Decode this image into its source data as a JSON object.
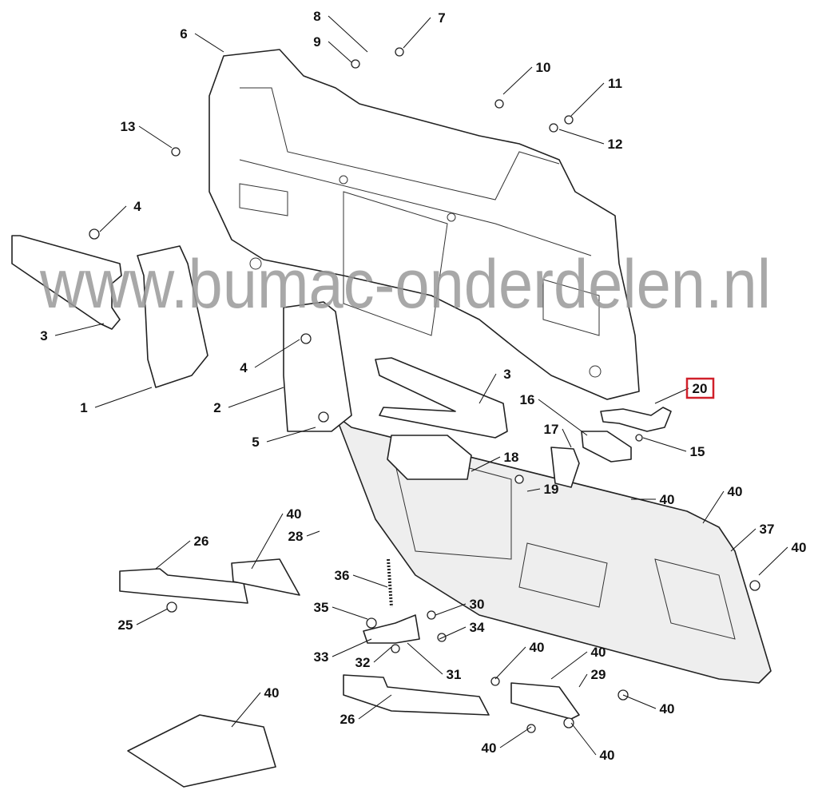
{
  "diagram": {
    "title": "Exploded parts view",
    "highlighted_part": "20",
    "highlight_color": "#d0202a",
    "callouts": [
      "6",
      "8",
      "7",
      "9",
      "10",
      "11",
      "12",
      "13",
      "4",
      "3",
      "1",
      "4",
      "2",
      "5",
      "3",
      "16",
      "20",
      "17",
      "15",
      "18",
      "19",
      "40",
      "40",
      "37",
      "40",
      "40",
      "28",
      "26",
      "36",
      "35",
      "30",
      "34",
      "25",
      "33",
      "32",
      "31",
      "40",
      "40",
      "29",
      "40",
      "26",
      "40",
      "40",
      "40"
    ]
  },
  "watermark": "www.bumac-onderdelen.nl"
}
